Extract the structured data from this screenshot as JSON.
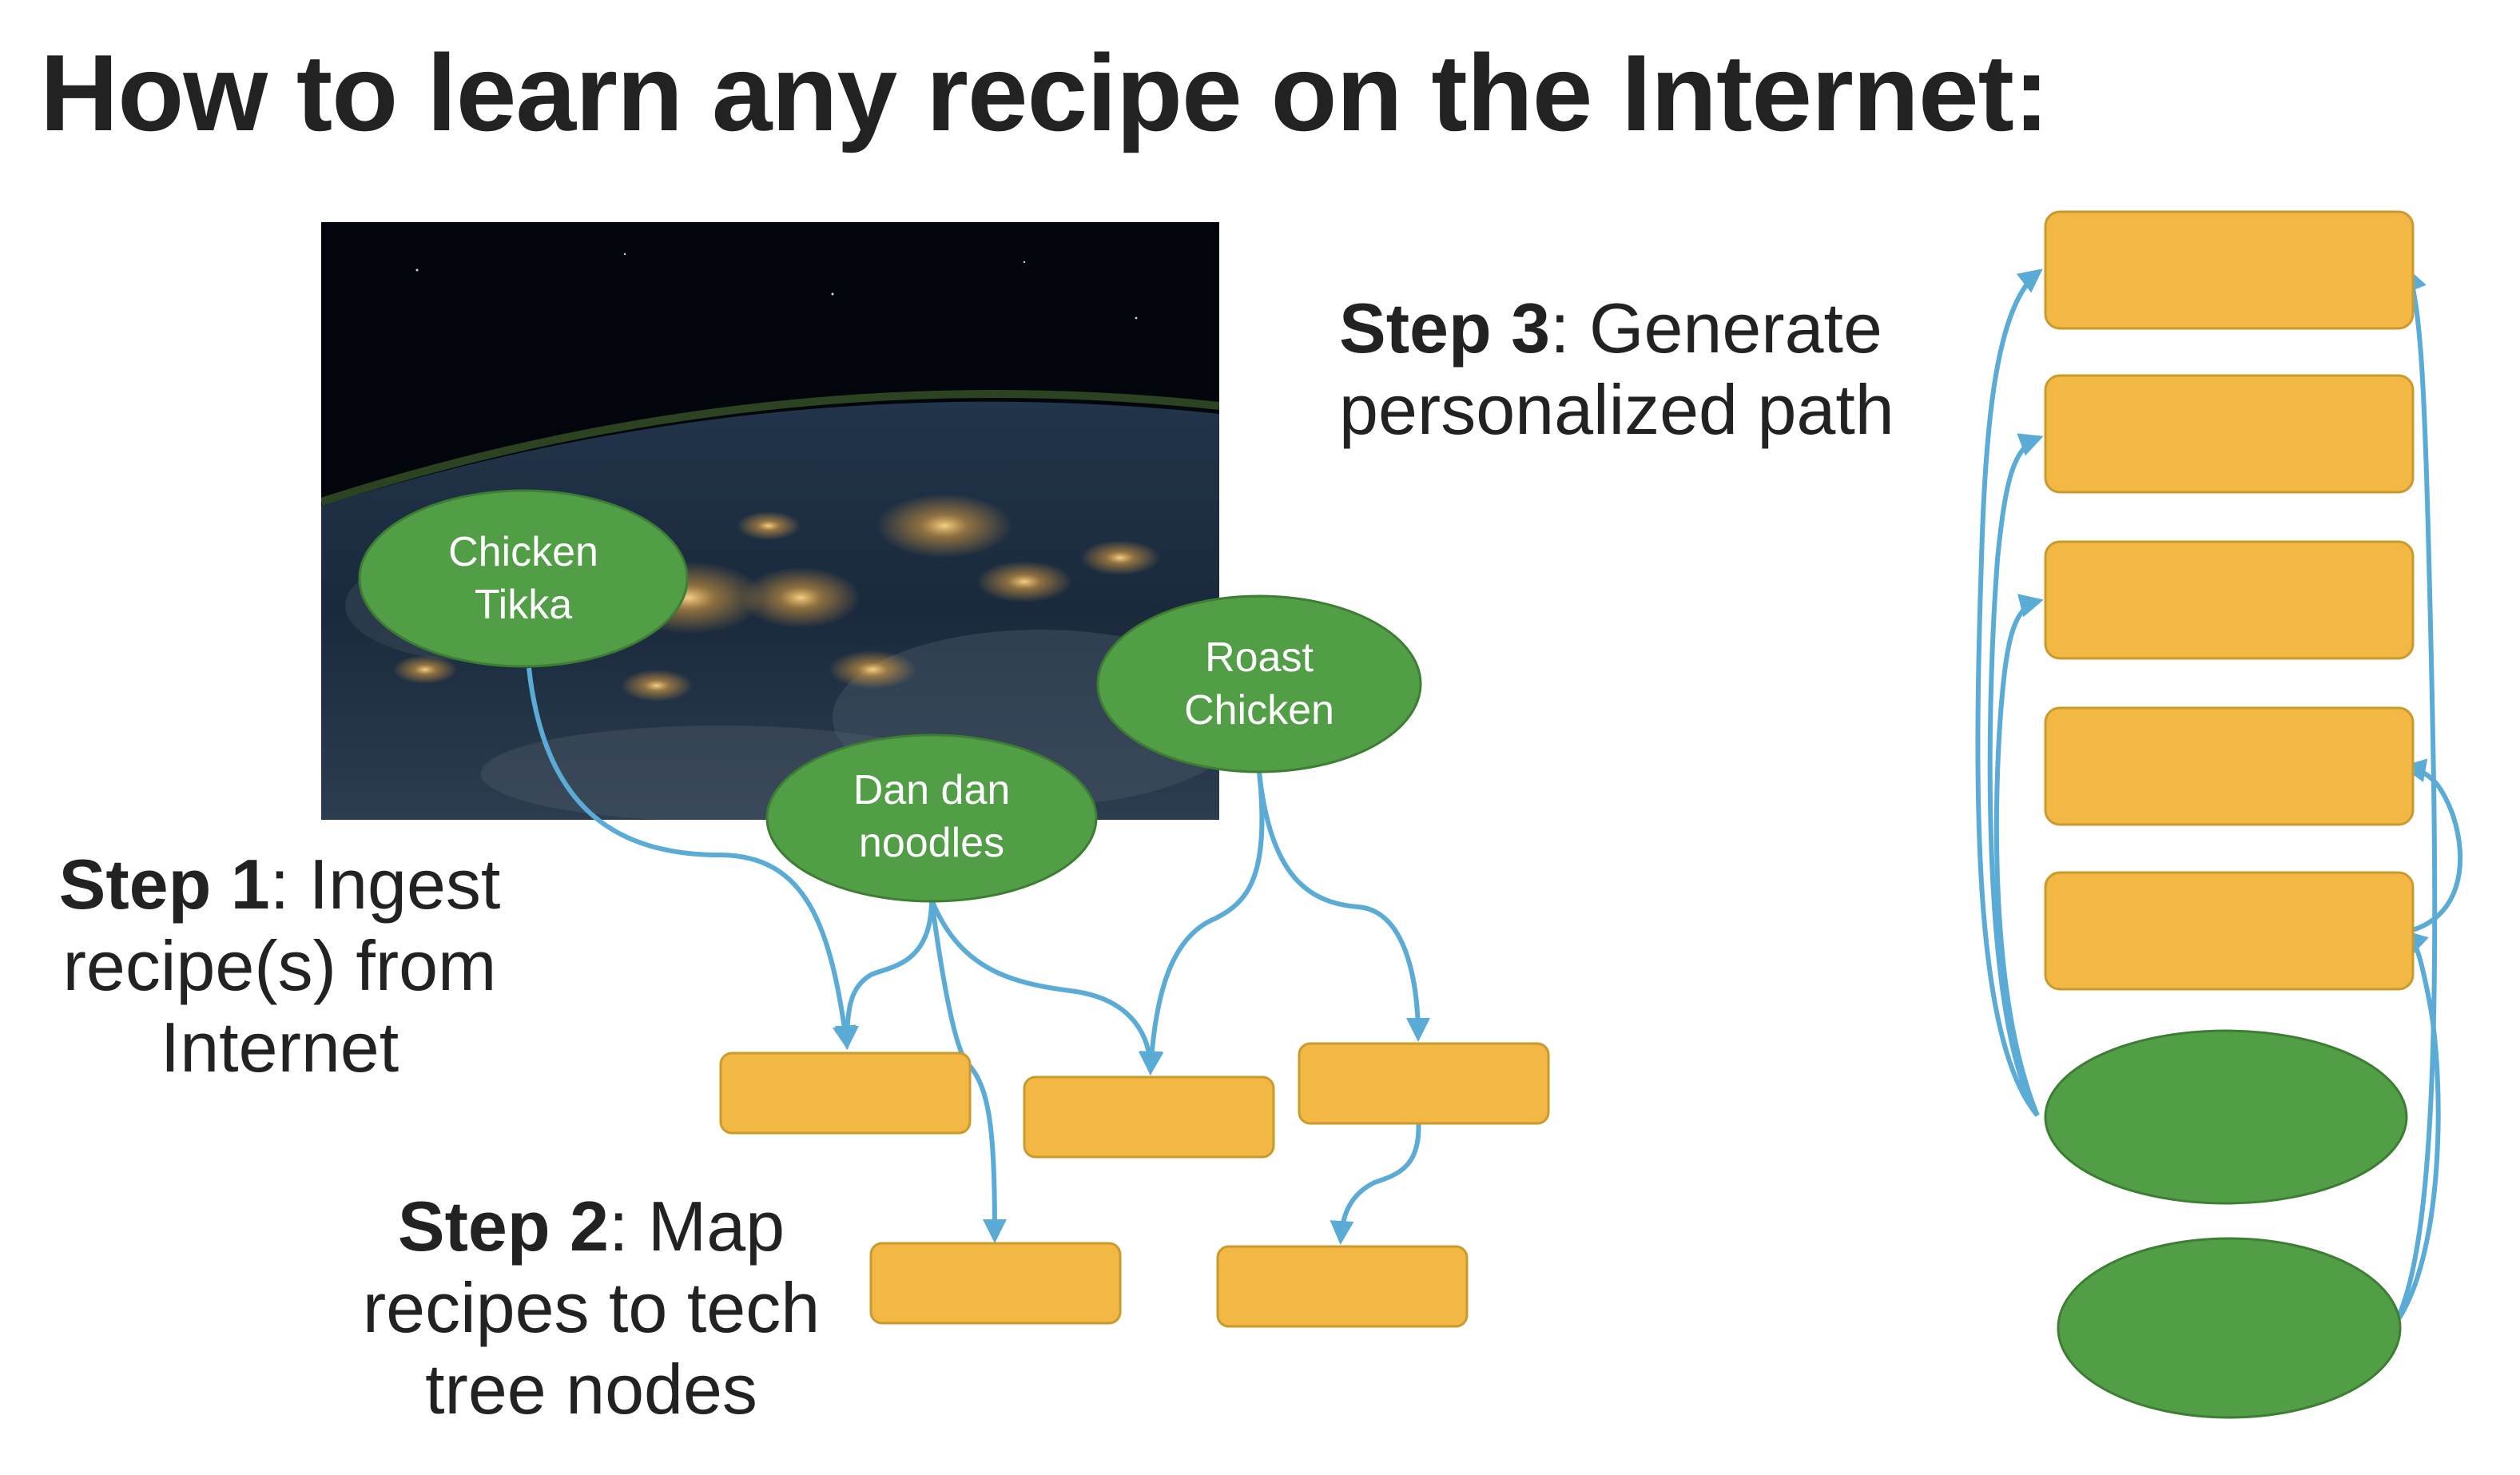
{
  "title": "How to learn any recipe on the Internet:",
  "steps": {
    "step1": {
      "bold": "Step 1",
      "rest": ": Ingest",
      "line2": "recipe(s) from",
      "line3": "Internet"
    },
    "step2": {
      "bold": "Step 2",
      "rest": ": Map",
      "line2": "recipes to tech",
      "line3": "tree nodes"
    },
    "step3": {
      "bold": "Step 3",
      "rest": ": Generate",
      "line2": "personalized path"
    }
  },
  "recipes": {
    "chicken_tikka": {
      "line1": "Chicken",
      "line2": "Tikka"
    },
    "roast_chicken": {
      "line1": "Roast",
      "line2": "Chicken"
    },
    "dan_dan": {
      "line1": "Dan dan",
      "line2": "noodles"
    }
  },
  "colors": {
    "green_node": "#529e47",
    "green_stroke": "#3e7d34",
    "orange_node": "#f2b843",
    "orange_stroke": "#c99a2e",
    "arrow": "#5aabd6",
    "text": "#222222"
  },
  "image": {
    "icon": "earth-at-night-photo"
  }
}
